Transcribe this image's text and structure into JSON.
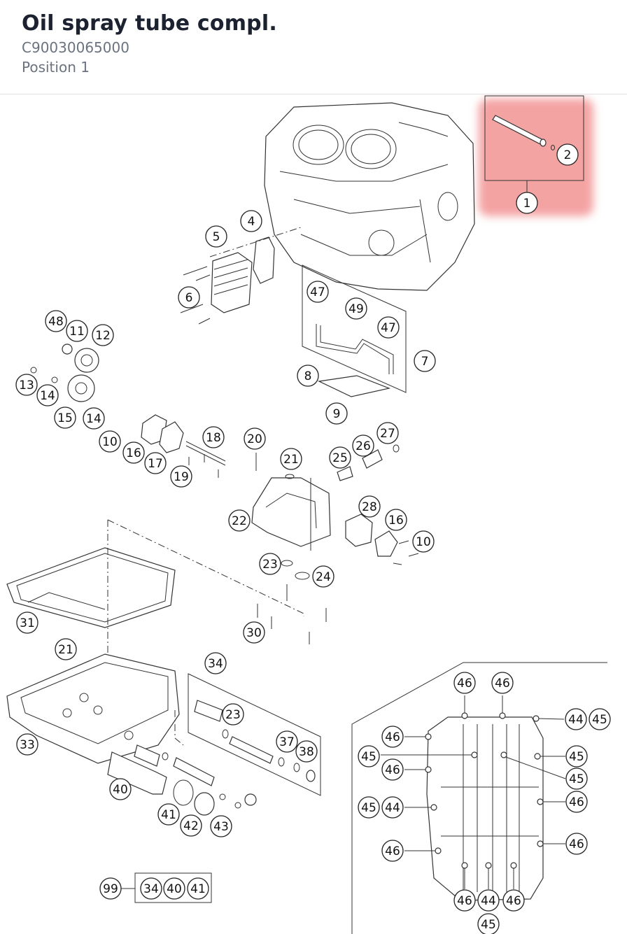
{
  "header": {
    "title": "Oil spray tube compl.",
    "part_number": "C90030065000",
    "position": "Position 1"
  },
  "diagram": {
    "highlight_color": "#f4a3a3",
    "highlight_label": "1",
    "callouts": [
      {
        "id": "c1",
        "label": "1"
      },
      {
        "id": "c2",
        "label": "2"
      },
      {
        "id": "c4",
        "label": "4"
      },
      {
        "id": "c5",
        "label": "5"
      },
      {
        "id": "c6",
        "label": "6"
      },
      {
        "id": "c47a",
        "label": "47"
      },
      {
        "id": "c49",
        "label": "49"
      },
      {
        "id": "c47b",
        "label": "47"
      },
      {
        "id": "c7",
        "label": "7"
      },
      {
        "id": "c8",
        "label": "8"
      },
      {
        "id": "c9",
        "label": "9"
      },
      {
        "id": "c48",
        "label": "48"
      },
      {
        "id": "c11",
        "label": "11"
      },
      {
        "id": "c12",
        "label": "12"
      },
      {
        "id": "c13",
        "label": "13"
      },
      {
        "id": "c14a",
        "label": "14"
      },
      {
        "id": "c15",
        "label": "15"
      },
      {
        "id": "c14b",
        "label": "14"
      },
      {
        "id": "c10a",
        "label": "10"
      },
      {
        "id": "c16a",
        "label": "16"
      },
      {
        "id": "c17",
        "label": "17"
      },
      {
        "id": "c18",
        "label": "18"
      },
      {
        "id": "c19",
        "label": "19"
      },
      {
        "id": "c20",
        "label": "20"
      },
      {
        "id": "c21a",
        "label": "21"
      },
      {
        "id": "c25",
        "label": "25"
      },
      {
        "id": "c26",
        "label": "26"
      },
      {
        "id": "c27",
        "label": "27"
      },
      {
        "id": "c22",
        "label": "22"
      },
      {
        "id": "c28",
        "label": "28"
      },
      {
        "id": "c16b",
        "label": "16"
      },
      {
        "id": "c10b",
        "label": "10"
      },
      {
        "id": "c23a",
        "label": "23"
      },
      {
        "id": "c24",
        "label": "24"
      },
      {
        "id": "c31",
        "label": "31"
      },
      {
        "id": "c30",
        "label": "30"
      },
      {
        "id": "c21b",
        "label": "21"
      },
      {
        "id": "c34",
        "label": "34"
      },
      {
        "id": "c23b",
        "label": "23"
      },
      {
        "id": "c37",
        "label": "37"
      },
      {
        "id": "c38",
        "label": "38"
      },
      {
        "id": "c33",
        "label": "33"
      },
      {
        "id": "c40",
        "label": "40"
      },
      {
        "id": "c41",
        "label": "41"
      },
      {
        "id": "c42",
        "label": "42"
      },
      {
        "id": "c43",
        "label": "43"
      },
      {
        "id": "c99",
        "label": "99"
      },
      {
        "id": "k34",
        "label": "34"
      },
      {
        "id": "k40",
        "label": "40"
      },
      {
        "id": "k41",
        "label": "41"
      },
      {
        "id": "d46a",
        "label": "46"
      },
      {
        "id": "d46b",
        "label": "46"
      },
      {
        "id": "d44a",
        "label": "44"
      },
      {
        "id": "d45a",
        "label": "45"
      },
      {
        "id": "d46c",
        "label": "46"
      },
      {
        "id": "d45b",
        "label": "45"
      },
      {
        "id": "d45c",
        "label": "45"
      },
      {
        "id": "d46d",
        "label": "46"
      },
      {
        "id": "d45d",
        "label": "45"
      },
      {
        "id": "d45e",
        "label": "45"
      },
      {
        "id": "d44b",
        "label": "44"
      },
      {
        "id": "d46e",
        "label": "46"
      },
      {
        "id": "d46f",
        "label": "46"
      },
      {
        "id": "d46g",
        "label": "46"
      },
      {
        "id": "d46h",
        "label": "46"
      },
      {
        "id": "d44c",
        "label": "44"
      },
      {
        "id": "d46i",
        "label": "46"
      },
      {
        "id": "d45f",
        "label": "45"
      }
    ]
  }
}
